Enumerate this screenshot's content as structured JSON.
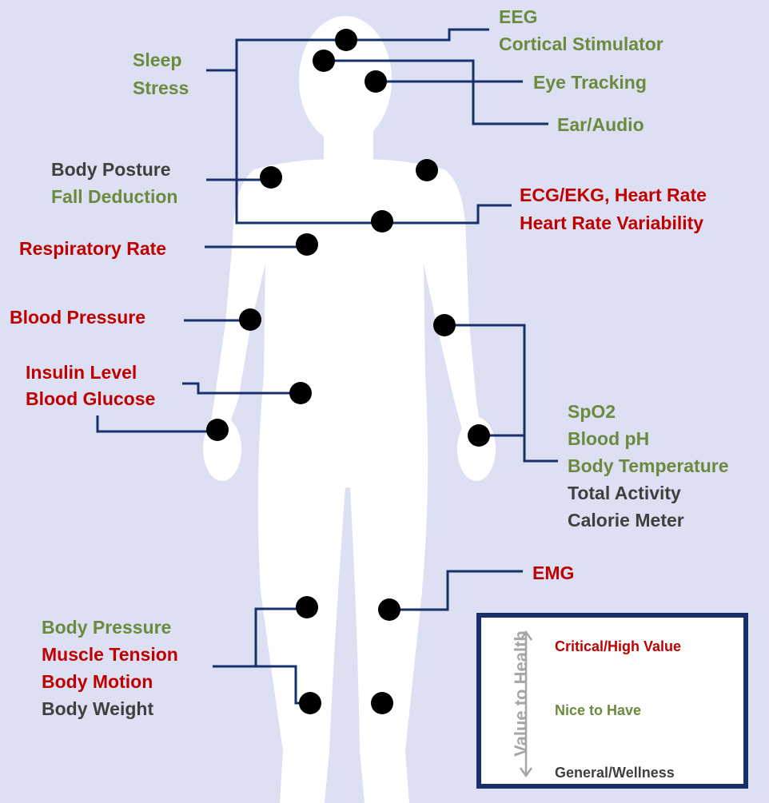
{
  "labels": {
    "eeg": "EEG",
    "cortical": "Cortical Stimulator",
    "eye": "Eye Tracking",
    "ear": "Ear/Audio",
    "sleep": "Sleep",
    "stress": "Stress",
    "posture": "Body Posture",
    "fall": "Fall Deduction",
    "ecg": "ECG/EKG, Heart Rate",
    "hrv": "Heart Rate Variability",
    "resp": "Respiratory Rate",
    "bp": "Blood Pressure",
    "insulin": "Insulin Level",
    "glucose": "Blood Glucose",
    "spo2": "SpO2",
    "ph": "Blood pH",
    "temp": "Body Temperature",
    "activity": "Total Activity",
    "calorie": "Calorie Meter",
    "emg": "EMG",
    "bodypressure": "Body Pressure",
    "muscle": "Muscle Tension",
    "motion": "Body Motion",
    "weight": "Body Weight"
  },
  "legend": {
    "axis_title": "Value to Health",
    "high": "Critical/High Value",
    "mid": "Nice to Have",
    "low": "General/Wellness"
  },
  "colors": {
    "critical": "#c00000",
    "nice": "#6b8a3e",
    "general": "#3f3f3f",
    "connector": "#17306b",
    "background": "#dde0f3",
    "silhouette": "#ffffff"
  }
}
